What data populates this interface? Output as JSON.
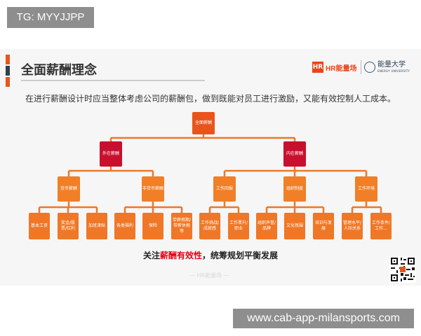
{
  "overlay_tag": "TG: MYYJJPP",
  "slide": {
    "title": "全面薪酬理念",
    "subtitle": "在进行薪酬设计时应当整体考虑公司的薪酬包，做到既能对员工进行激励，又能有效控制人工成本。",
    "accent_colors": [
      "#e9541c",
      "#2f3e50",
      "#e9541c"
    ],
    "logos": {
      "hr_mark": "HR",
      "hr_name": "HR能量场",
      "eu_cn": "能量大学",
      "eu_en": "ENERGY UNIVERSITY"
    },
    "tree": {
      "root": "全面薪酬",
      "branches": [
        {
          "label": "外在薪酬",
          "groups": [
            {
              "label": "货币薪酬",
              "leaves": [
                "基本工资",
                "奖金/股票/红利",
                "加班津贴"
              ]
            },
            {
              "label": "非货币薪酬",
              "leaves": [
                "各类福利",
                "保险",
                "带薪假期/带薪休假等"
              ]
            }
          ]
        },
        {
          "label": "内在薪酬",
          "groups": [
            {
              "label": "工作回报",
              "leaves": [
                "工作挑战/成就感",
                "工作晋升/职业"
              ]
            },
            {
              "label": "组织制度",
              "leaves": [
                "组织声誉/品牌",
                "文化氛围",
                "培训与发展"
              ]
            },
            {
              "label": "工作环境",
              "leaves": [
                "管理水平/人际关系",
                "工作条件/工作..."
              ]
            }
          ]
        }
      ]
    },
    "footer": {
      "prefix": "关注",
      "highlight": "薪酬有效性",
      "suffix": "，统筹规划平衡发展"
    },
    "watermark": "— HR能量场 —"
  },
  "overlay_footer": "www.cab-app-milansports.com",
  "colors": {
    "root": "#e9541c",
    "branch": "#c8102e",
    "group": "#f07f27",
    "leaf": "#ef7726",
    "highlight": "#e60012"
  }
}
